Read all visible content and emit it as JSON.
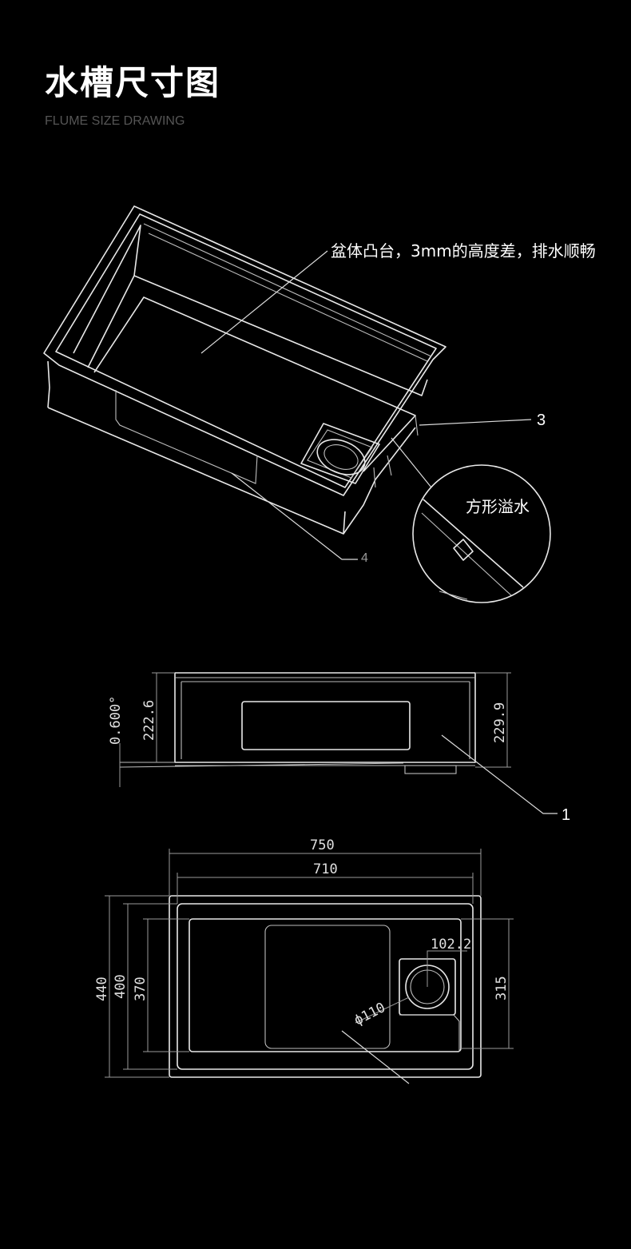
{
  "header": {
    "title": "水槽尺寸图",
    "subtitle": "FLUME SIZE DRAWING"
  },
  "iso_view": {
    "callout_main": "盆体凸台，3mm的高度差，排水顺畅",
    "callout_overflow": "方形溢水",
    "label_3": "3",
    "label_4": "4"
  },
  "side_view": {
    "dim_left": "222.6",
    "dim_right": "229.9",
    "dim_angle": "0.600°",
    "label_1": "1"
  },
  "plan_view": {
    "dim_750": "750",
    "dim_710": "710",
    "dim_440": "440",
    "dim_400": "400",
    "dim_370": "370",
    "dim_315": "315",
    "dim_1022": "102.2",
    "dim_phi": "ϕ110"
  }
}
